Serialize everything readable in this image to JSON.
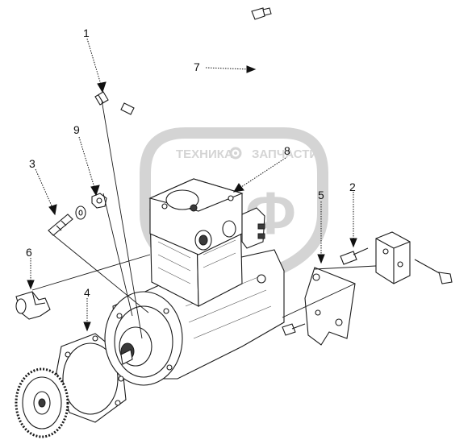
{
  "watermark": {
    "line1_left": "ТЕХНИКА",
    "line1_right": "ЗАПЧАСТИ",
    "big": "ЭПФ"
  },
  "callouts": [
    {
      "id": "1",
      "text": "1"
    },
    {
      "id": "2",
      "text": "2"
    },
    {
      "id": "3",
      "text": "3"
    },
    {
      "id": "4",
      "text": "4"
    },
    {
      "id": "5",
      "text": "5"
    },
    {
      "id": "6",
      "text": "6"
    },
    {
      "id": "7",
      "text": "7"
    },
    {
      "id": "8",
      "text": "8"
    },
    {
      "id": "9",
      "text": "9"
    }
  ],
  "colors": {
    "ink": "#1a1a1a",
    "watermark": "#d4d4d4",
    "background": "#ffffff"
  }
}
